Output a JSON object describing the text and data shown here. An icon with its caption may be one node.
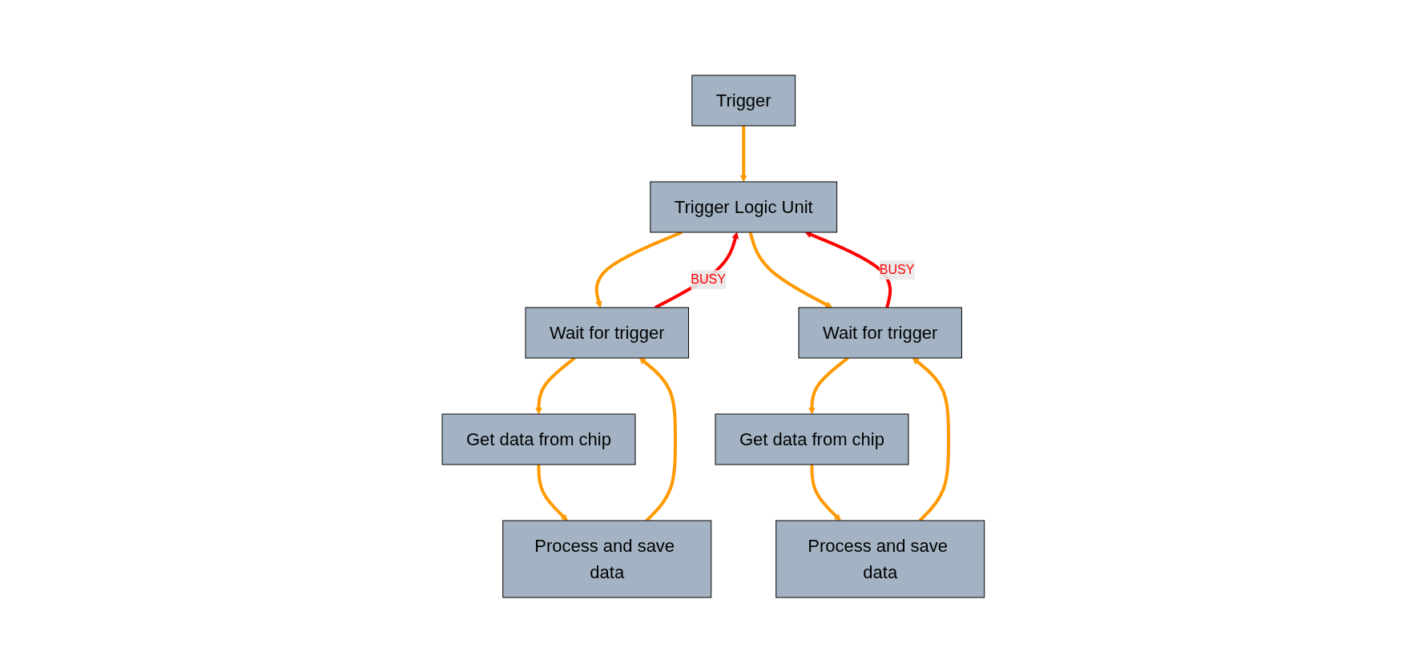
{
  "diagram": {
    "nodes": [
      {
        "text": [
          "Trigger"
        ]
      },
      {
        "text": [
          "Trigger Logic Unit"
        ]
      },
      {
        "text": [
          "Wait for trigger"
        ]
      },
      {
        "text": [
          "Get data from chip"
        ]
      },
      {
        "text": [
          "Process and save data"
        ]
      },
      {
        "text": [
          "Wait for trigger"
        ]
      },
      {
        "text": [
          "Get data from chip"
        ]
      },
      {
        "text": [
          "Process and save data"
        ]
      }
    ],
    "edges": [
      {
        "from": 0,
        "to": 1,
        "arrow": "to"
      },
      {
        "from": 1,
        "to": 2,
        "arrow": "to"
      },
      {
        "from": 1,
        "to": 5,
        "arrow": "to"
      },
      {
        "from": 2,
        "to": 1,
        "arrow": "to",
        "label": "BUSY",
        "color": "#ff0000"
      },
      {
        "from": 5,
        "to": 1,
        "arrow": "to",
        "label": "BUSY",
        "color": "#ff0000"
      },
      {
        "from": 2,
        "to": 3,
        "arrow": "to"
      },
      {
        "from": 3,
        "to": 4,
        "arrow": "to"
      },
      {
        "from": 4,
        "to": 2,
        "arrow": "to"
      },
      {
        "from": 5,
        "to": 6,
        "arrow": "to"
      },
      {
        "from": 6,
        "to": 7,
        "arrow": "to"
      },
      {
        "from": 7,
        "to": 5,
        "arrow": "to"
      }
    ]
  }
}
